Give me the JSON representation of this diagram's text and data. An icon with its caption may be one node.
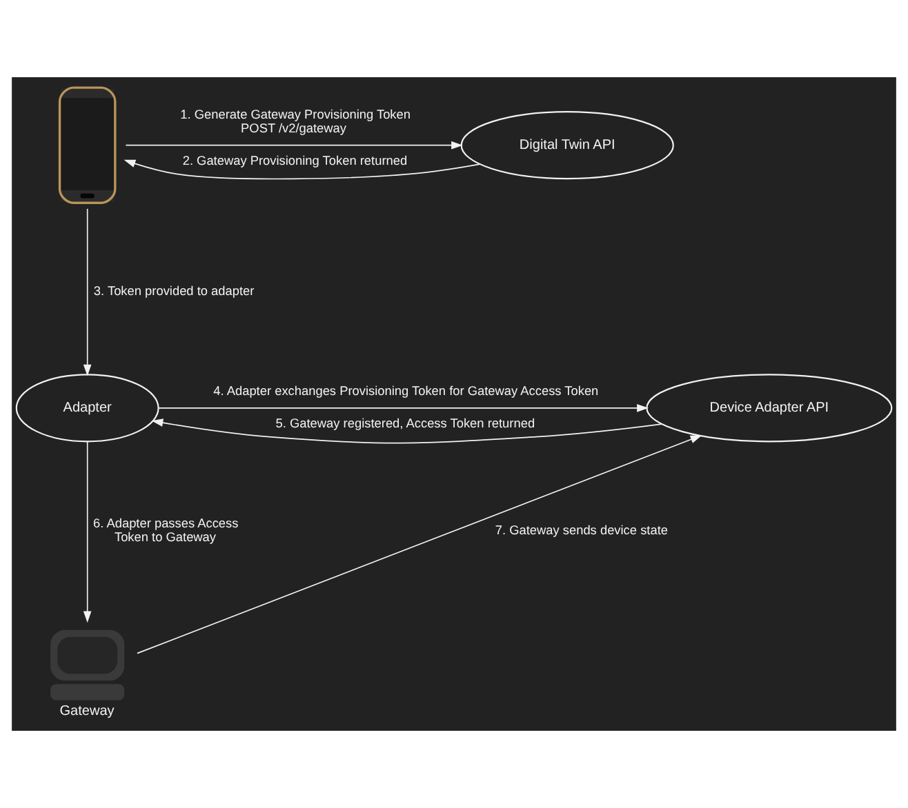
{
  "diagram": {
    "nodes": [
      {
        "text": [],
        "shape": "picture"
      },
      {
        "text": [
          "Digital Twin API"
        ]
      },
      {
        "text": [
          "Adapter"
        ]
      },
      {
        "text": [
          "Device Adapter API"
        ]
      },
      {
        "text": [
          "Gateway"
        ]
      }
    ],
    "edges": [
      {
        "from": 0,
        "to": 1,
        "arrow": "to",
        "label": "1. Generate Gateway Provisioning Token POST /v2/gateway"
      },
      {
        "from": 1,
        "to": 0,
        "arrow": "to",
        "label": "2. Gateway Provisioning Token returned"
      },
      {
        "from": 0,
        "to": 2,
        "arrow": "to",
        "label": "3. Token provided to adapter"
      },
      {
        "from": 2,
        "to": 3,
        "arrow": "to",
        "label": "4. Adapter exchanges Provisioning Token for Gateway Access Token"
      },
      {
        "from": 3,
        "to": 2,
        "arrow": "to",
        "label": "5. Gateway registered, Access Token returned"
      },
      {
        "from": 2,
        "to": 4,
        "arrow": "to",
        "label": "6. Adapter passes Access Token to Gateway"
      },
      {
        "from": 4,
        "to": 3,
        "arrow": "to",
        "label": "7. Gateway sends device state"
      }
    ]
  }
}
